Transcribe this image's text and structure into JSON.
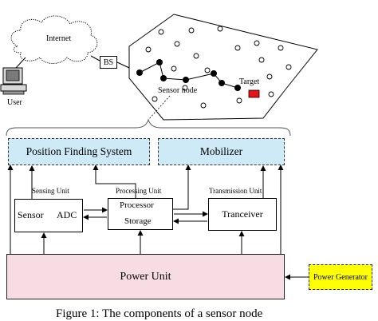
{
  "network": {
    "internet": "Internet",
    "user": "User",
    "bs": "BS",
    "sensor_node": "Sensor node",
    "target": "Target"
  },
  "components": {
    "position_finding": "Position Finding System",
    "mobilizer": "Mobilizer",
    "sensing_unit": "Sensing Unit",
    "processing_unit": "Processing Unit",
    "transmission_unit": "Transmission Unit",
    "sensor": "Sensor",
    "adc": "ADC",
    "processor": "Processor",
    "storage": "Storage",
    "transceiver": "Tranceiver",
    "power_unit": "Power Unit",
    "power_generator": "Power Generator"
  },
  "caption": "Figure 1: The components of a sensor node",
  "colors": {
    "blue_fill": "#cfeaf7",
    "pink_fill": "#f7dde3",
    "yellow_fill": "#ffff00",
    "target_red": "#e8141a"
  }
}
